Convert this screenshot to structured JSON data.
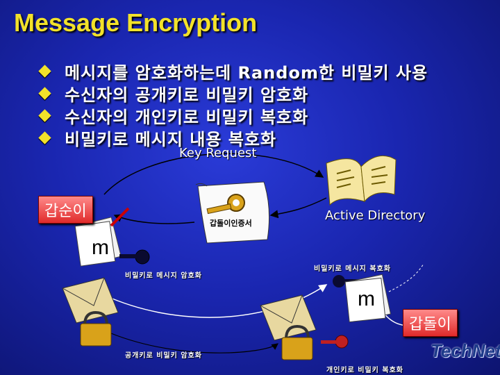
{
  "title": "Message Encryption",
  "bullets": [
    "메시지를 암호화하는데 Random한 비밀키 사용",
    "수신자의 공개키로 비밀키 암호화",
    "수신자의 개인키로 비밀키 복호화",
    "비밀키로 메시지 내용 복호화"
  ],
  "diagram": {
    "key_request": "Key Request",
    "active_directory": "Active Directory",
    "sender": "갑순이",
    "receiver": "갑돌이",
    "certificate": "갑돌이인증서",
    "message_letter": "m",
    "encrypt_message_label": "비밀키로 메시지 암호화",
    "decrypt_message_label": "비밀키로 메시지 복호화",
    "encrypt_key_label": "공개키로 비밀키 암호화",
    "decrypt_key_label": "개인키로 비밀키 복호화"
  },
  "logo": "TechNet"
}
